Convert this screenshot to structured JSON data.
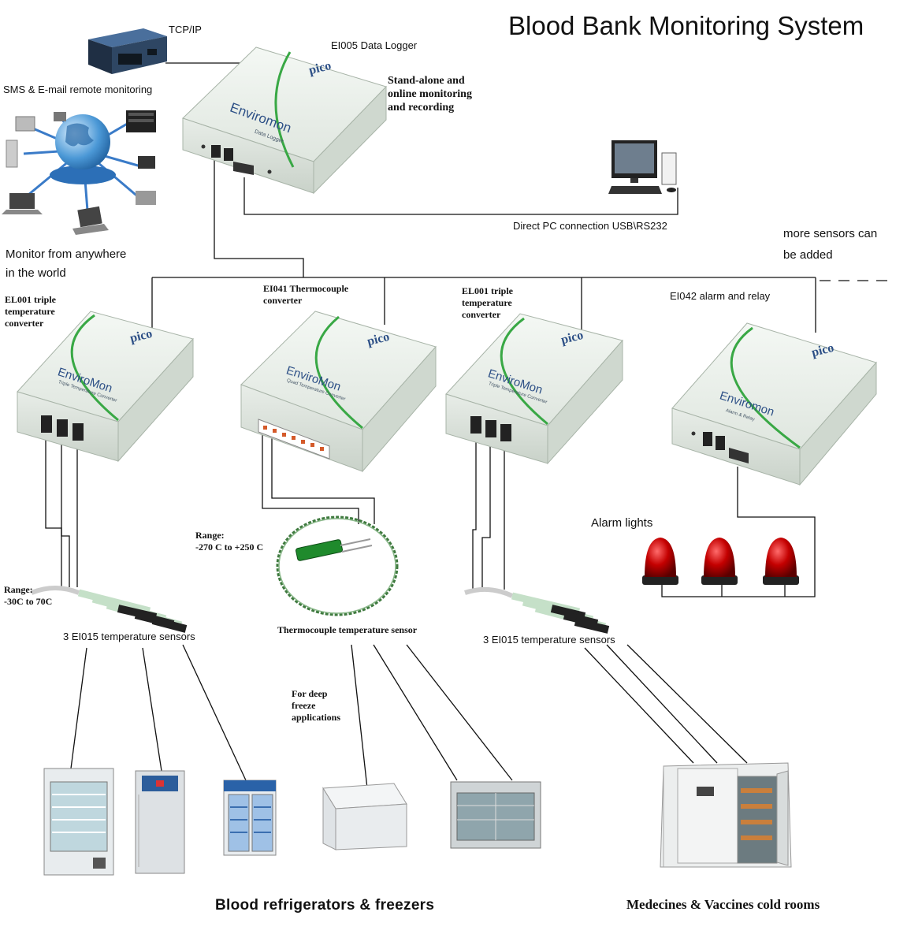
{
  "title": "Blood Bank Monitoring System",
  "tcpip": "TCP/IP",
  "sms_email": "SMS & E-mail remote monitoring",
  "monitor_anywhere": [
    "Monitor from anywhere",
    "in the world"
  ],
  "logger": {
    "label": "EI005 Data Logger",
    "brand": "pico",
    "product": "Enviromon",
    "subtitle": "Data Logger",
    "desc": [
      "Stand-alone and",
      "online monitoring",
      "and recording"
    ]
  },
  "pc_connection": "Direct PC connection USB\\RS232",
  "more_sensors": [
    "more sensors can",
    "be added"
  ],
  "devices": [
    {
      "label": [
        "EL001 triple",
        "temperature",
        "converter"
      ],
      "brand": "pico",
      "product": "EnviroMon",
      "subtitle": "Triple Temperature Converter"
    },
    {
      "label": [
        "EI041 Thermocouple",
        "converter"
      ],
      "brand": "pico",
      "product": "EnviroMon",
      "subtitle": "Quad Temperature Converter"
    },
    {
      "label": [
        "EL001 triple",
        "temperature",
        "converter"
      ],
      "brand": "pico",
      "product": "EnviroMon",
      "subtitle": "Triple Temperature Converter"
    },
    {
      "label": [
        "EI042 alarm and relay"
      ],
      "brand": "pico",
      "product": "Enviromon",
      "subtitle": "Alarm & Relay"
    }
  ],
  "range_left": [
    "Range:",
    "-30C to 70C"
  ],
  "range_thermo": [
    "Range:",
    "-270 C to +250 C"
  ],
  "sensors_left": "3 EI015 temperature sensors",
  "sensors_right": "3 EI015 temperature sensors",
  "thermo_sensor": "Thermocouple temperature sensor",
  "deep_freeze": [
    "For deep",
    "freeze",
    "applications"
  ],
  "alarm_lights": "Alarm lights",
  "bottom_left": "Blood refrigerators  & freezers",
  "bottom_right": "Medecines & Vaccines cold rooms"
}
